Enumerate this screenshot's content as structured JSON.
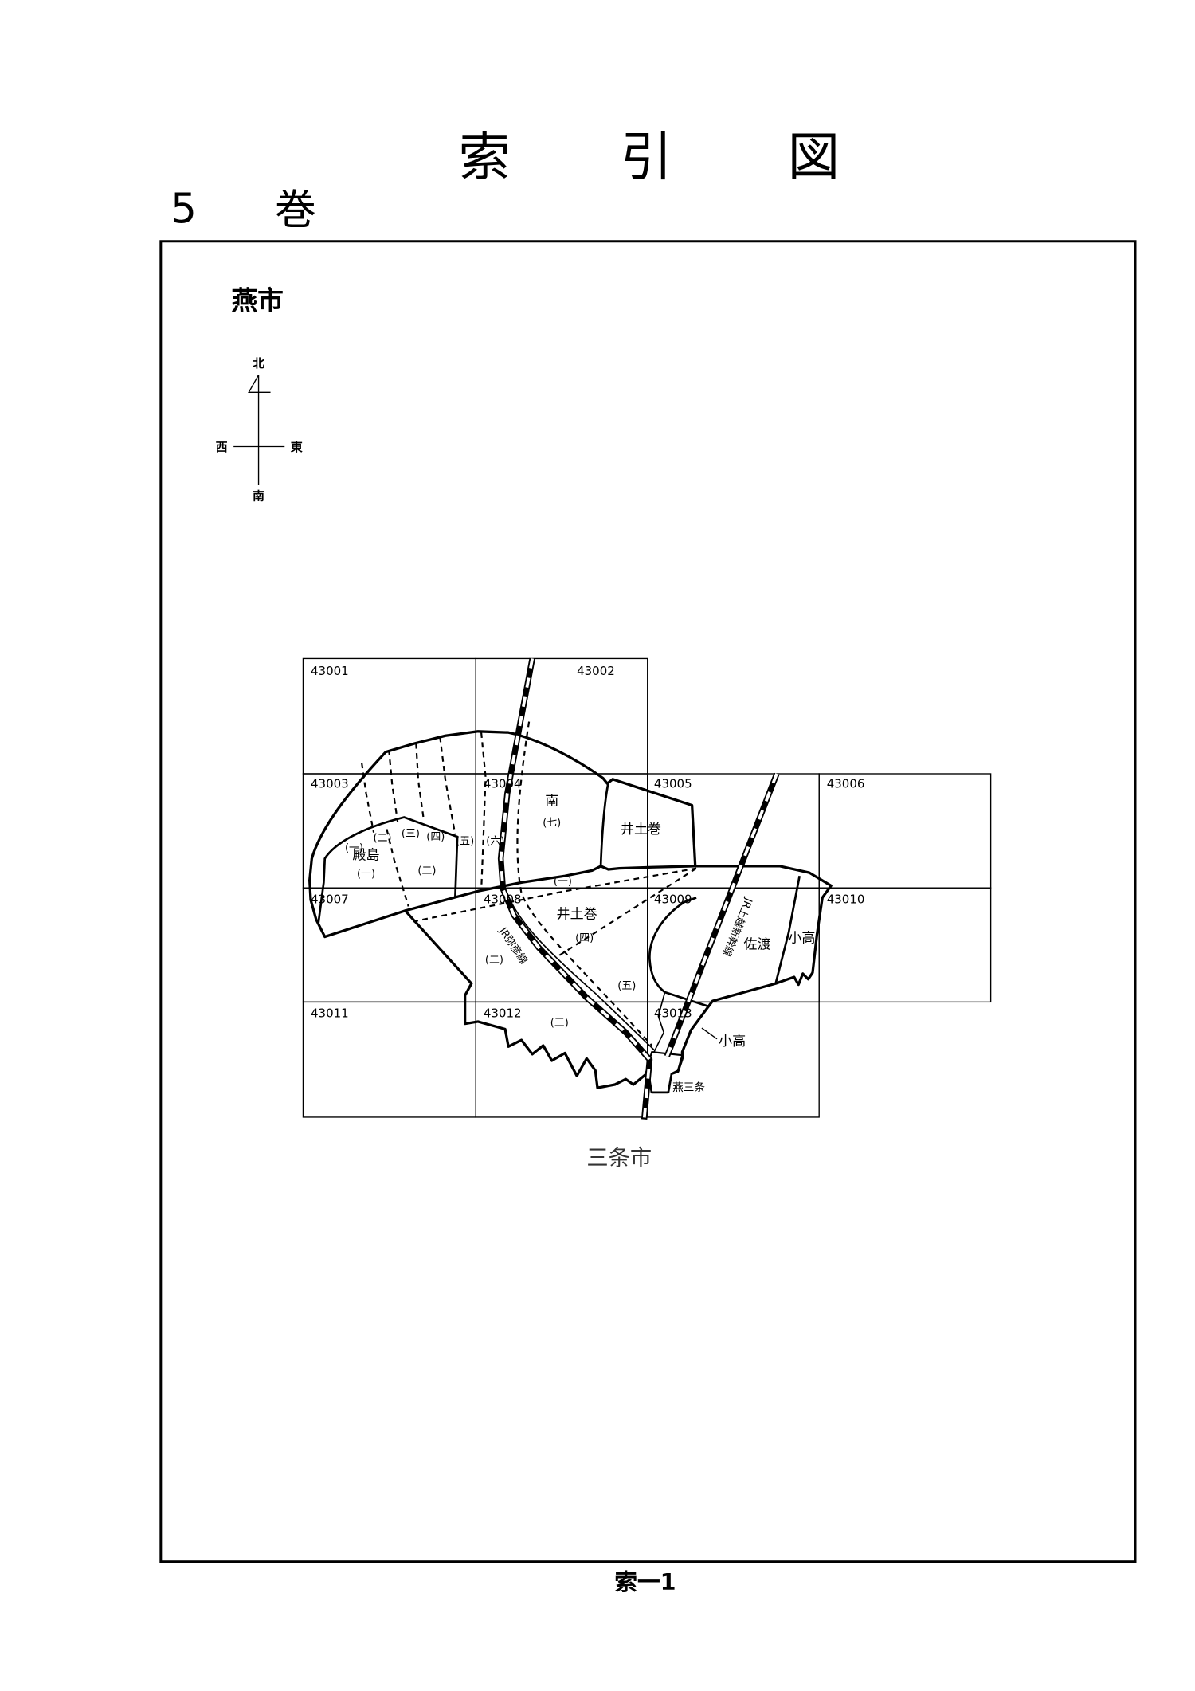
{
  "document": {
    "title": [
      "索",
      "引",
      "図"
    ],
    "volume_number": "5",
    "volume_label": "巻",
    "city": "燕市",
    "page_label": "索一1"
  },
  "compass": {
    "north": "北",
    "west": "西",
    "east": "東",
    "south": "南"
  },
  "map": {
    "sheets": [
      "43001",
      "43002",
      "43003",
      "43004",
      "43005",
      "43006",
      "43007",
      "43008",
      "43009",
      "43010",
      "43011",
      "43012",
      "43013"
    ],
    "upper_strips": [
      "(一)",
      "(二)",
      "(三)",
      "(四)",
      "(五)",
      "(六)"
    ],
    "minami": {
      "name": "南",
      "number": "(七)"
    },
    "idomaki_north": {
      "name": "井土巻"
    },
    "tonojima": {
      "name": "殿島",
      "parts": [
        "(一)",
        "(二)"
      ]
    },
    "idomaki_south": {
      "name": "井土巻",
      "parts": [
        "(一)",
        "(二)",
        "(三)",
        "(四)",
        "(五)"
      ]
    },
    "sado": "佐渡",
    "kodaka_labels": [
      "小高",
      "小高"
    ],
    "railways": {
      "yahiko_line": "JR弥彦線",
      "joetsu_shinkansen": "JR上越新幹線"
    },
    "station": "燕三条",
    "neighbor_city": "三条市"
  }
}
